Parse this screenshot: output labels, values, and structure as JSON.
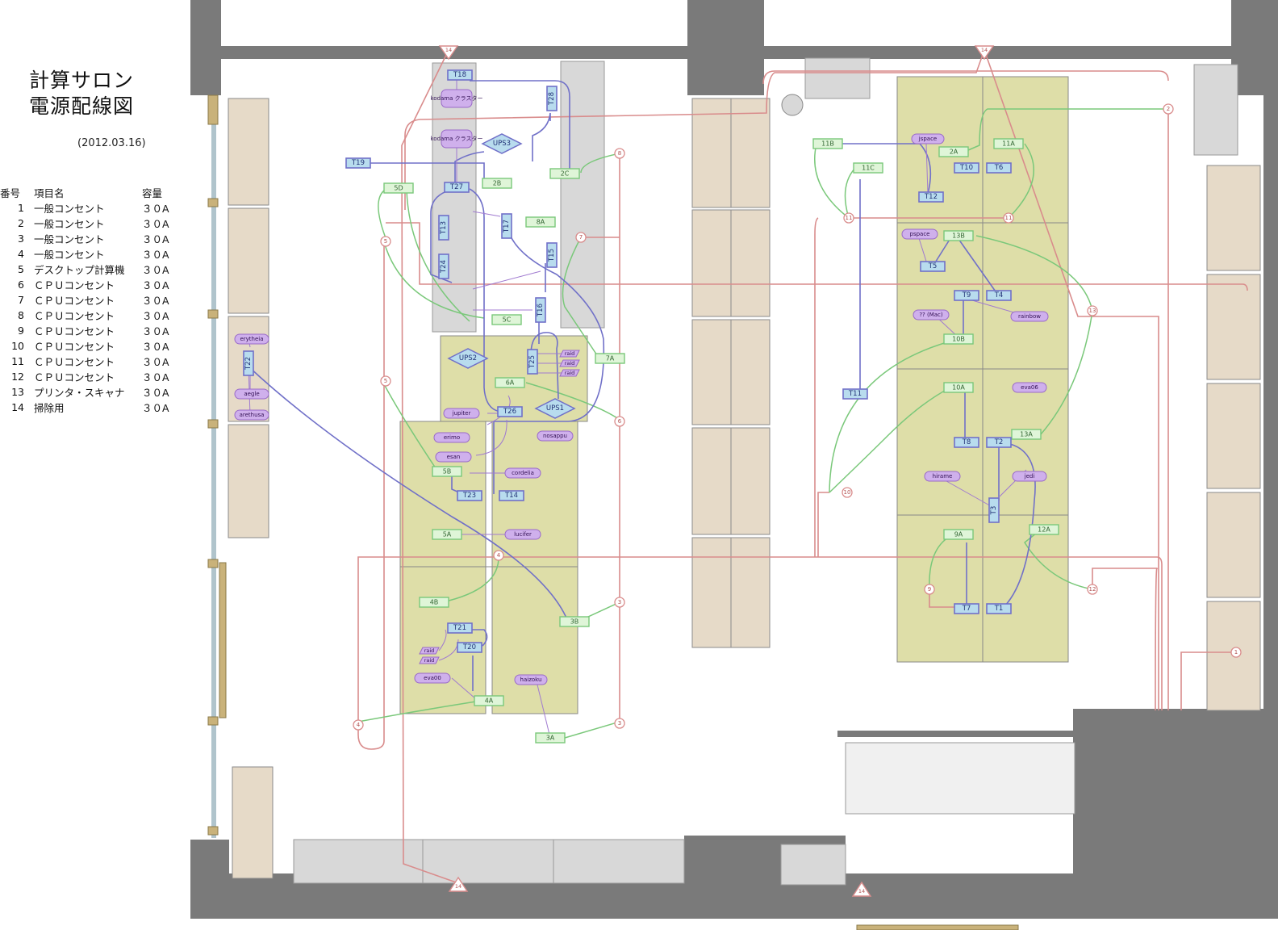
{
  "title": {
    "line1": "計算サロン",
    "line2": "電源配線図"
  },
  "date": "(2012.03.16)",
  "legend": {
    "headers": {
      "num": "番号",
      "name": "項目名",
      "capacity": "容量"
    },
    "rows": [
      {
        "num": "1",
        "name": "一般コンセント",
        "capacity": "３０A"
      },
      {
        "num": "2",
        "name": "一般コンセント",
        "capacity": "３０A"
      },
      {
        "num": "3",
        "name": "一般コンセント",
        "capacity": "３０A"
      },
      {
        "num": "4",
        "name": "一般コンセント",
        "capacity": "３０A"
      },
      {
        "num": "5",
        "name": "デスクトップ計算機",
        "capacity": "３０A"
      },
      {
        "num": "6",
        "name": "ＣＰＵコンセント",
        "capacity": "３０A"
      },
      {
        "num": "7",
        "name": "ＣＰＵコンセント",
        "capacity": "３０A"
      },
      {
        "num": "8",
        "name": "ＣＰＵコンセント",
        "capacity": "３０A"
      },
      {
        "num": "9",
        "name": "ＣＰＵコンセント",
        "capacity": "３０A"
      },
      {
        "num": "10",
        "name": "ＣＰＵコンセント",
        "capacity": "３０A"
      },
      {
        "num": "11",
        "name": "ＣＰＵコンセント",
        "capacity": "３０A"
      },
      {
        "num": "12",
        "name": "ＣＰＵコンセント",
        "capacity": "３０A"
      },
      {
        "num": "13",
        "name": "プリンタ・スキャナ",
        "capacity": "３０A"
      },
      {
        "num": "14",
        "name": "掃除用",
        "capacity": "３０A"
      }
    ]
  },
  "colors": {
    "wall": "#7a7a7a",
    "desk": "#dedea8",
    "shelf": "#e6dac8",
    "rack": "#d8d8d8",
    "circuit": "#d98c8c",
    "outlet": "#7ac87a",
    "tap": "#7070c8",
    "tap_fill": "#b8dcee",
    "outlet_fill": "#dff5d8",
    "machine_fill": "#cfb0ec",
    "machine_stroke": "#9a6ac8"
  },
  "ceiling_markers": [
    "14",
    "14",
    "14",
    "14"
  ],
  "circuit_markers": [
    "2",
    "8",
    "7",
    "5",
    "5",
    "6",
    "4",
    "4",
    "3",
    "3",
    "11",
    "11",
    "13",
    "10",
    "12",
    "9",
    "1"
  ],
  "outlets": [
    "5D",
    "2B",
    "2C",
    "8A",
    "5C",
    "7A",
    "6A",
    "5B",
    "5A",
    "4B",
    "3B",
    "4A",
    "3A",
    "11B",
    "11C",
    "2A",
    "11A",
    "13B",
    "10B",
    "10A",
    "13A",
    "9A",
    "12A"
  ],
  "taps": [
    "T18",
    "T28",
    "T27",
    "T19",
    "T13",
    "T17",
    "T24",
    "T15",
    "T16",
    "T25",
    "T26",
    "T22",
    "T23",
    "T14",
    "T21",
    "T20",
    "T10",
    "T6",
    "T12",
    "T5",
    "T4",
    "T9",
    "T11",
    "T8",
    "T2",
    "T3",
    "T7",
    "T1"
  ],
  "ups": [
    "UPS3",
    "UPS2",
    "UPS1"
  ],
  "machines": [
    "kodama クラスター",
    "kodama クラスター",
    "jupiter",
    "erimo",
    "nosappu",
    "esan",
    "cordelia",
    "lucifer",
    "eva00",
    "haizoku",
    "erytheia",
    "aegle",
    "arethusa",
    "jspace",
    "pspace",
    "?? (Mac)",
    "rainbow",
    "eva06",
    "hirame",
    "jedi"
  ],
  "raid_labels": [
    "raid",
    "raid",
    "raid",
    "raid",
    "raid"
  ]
}
